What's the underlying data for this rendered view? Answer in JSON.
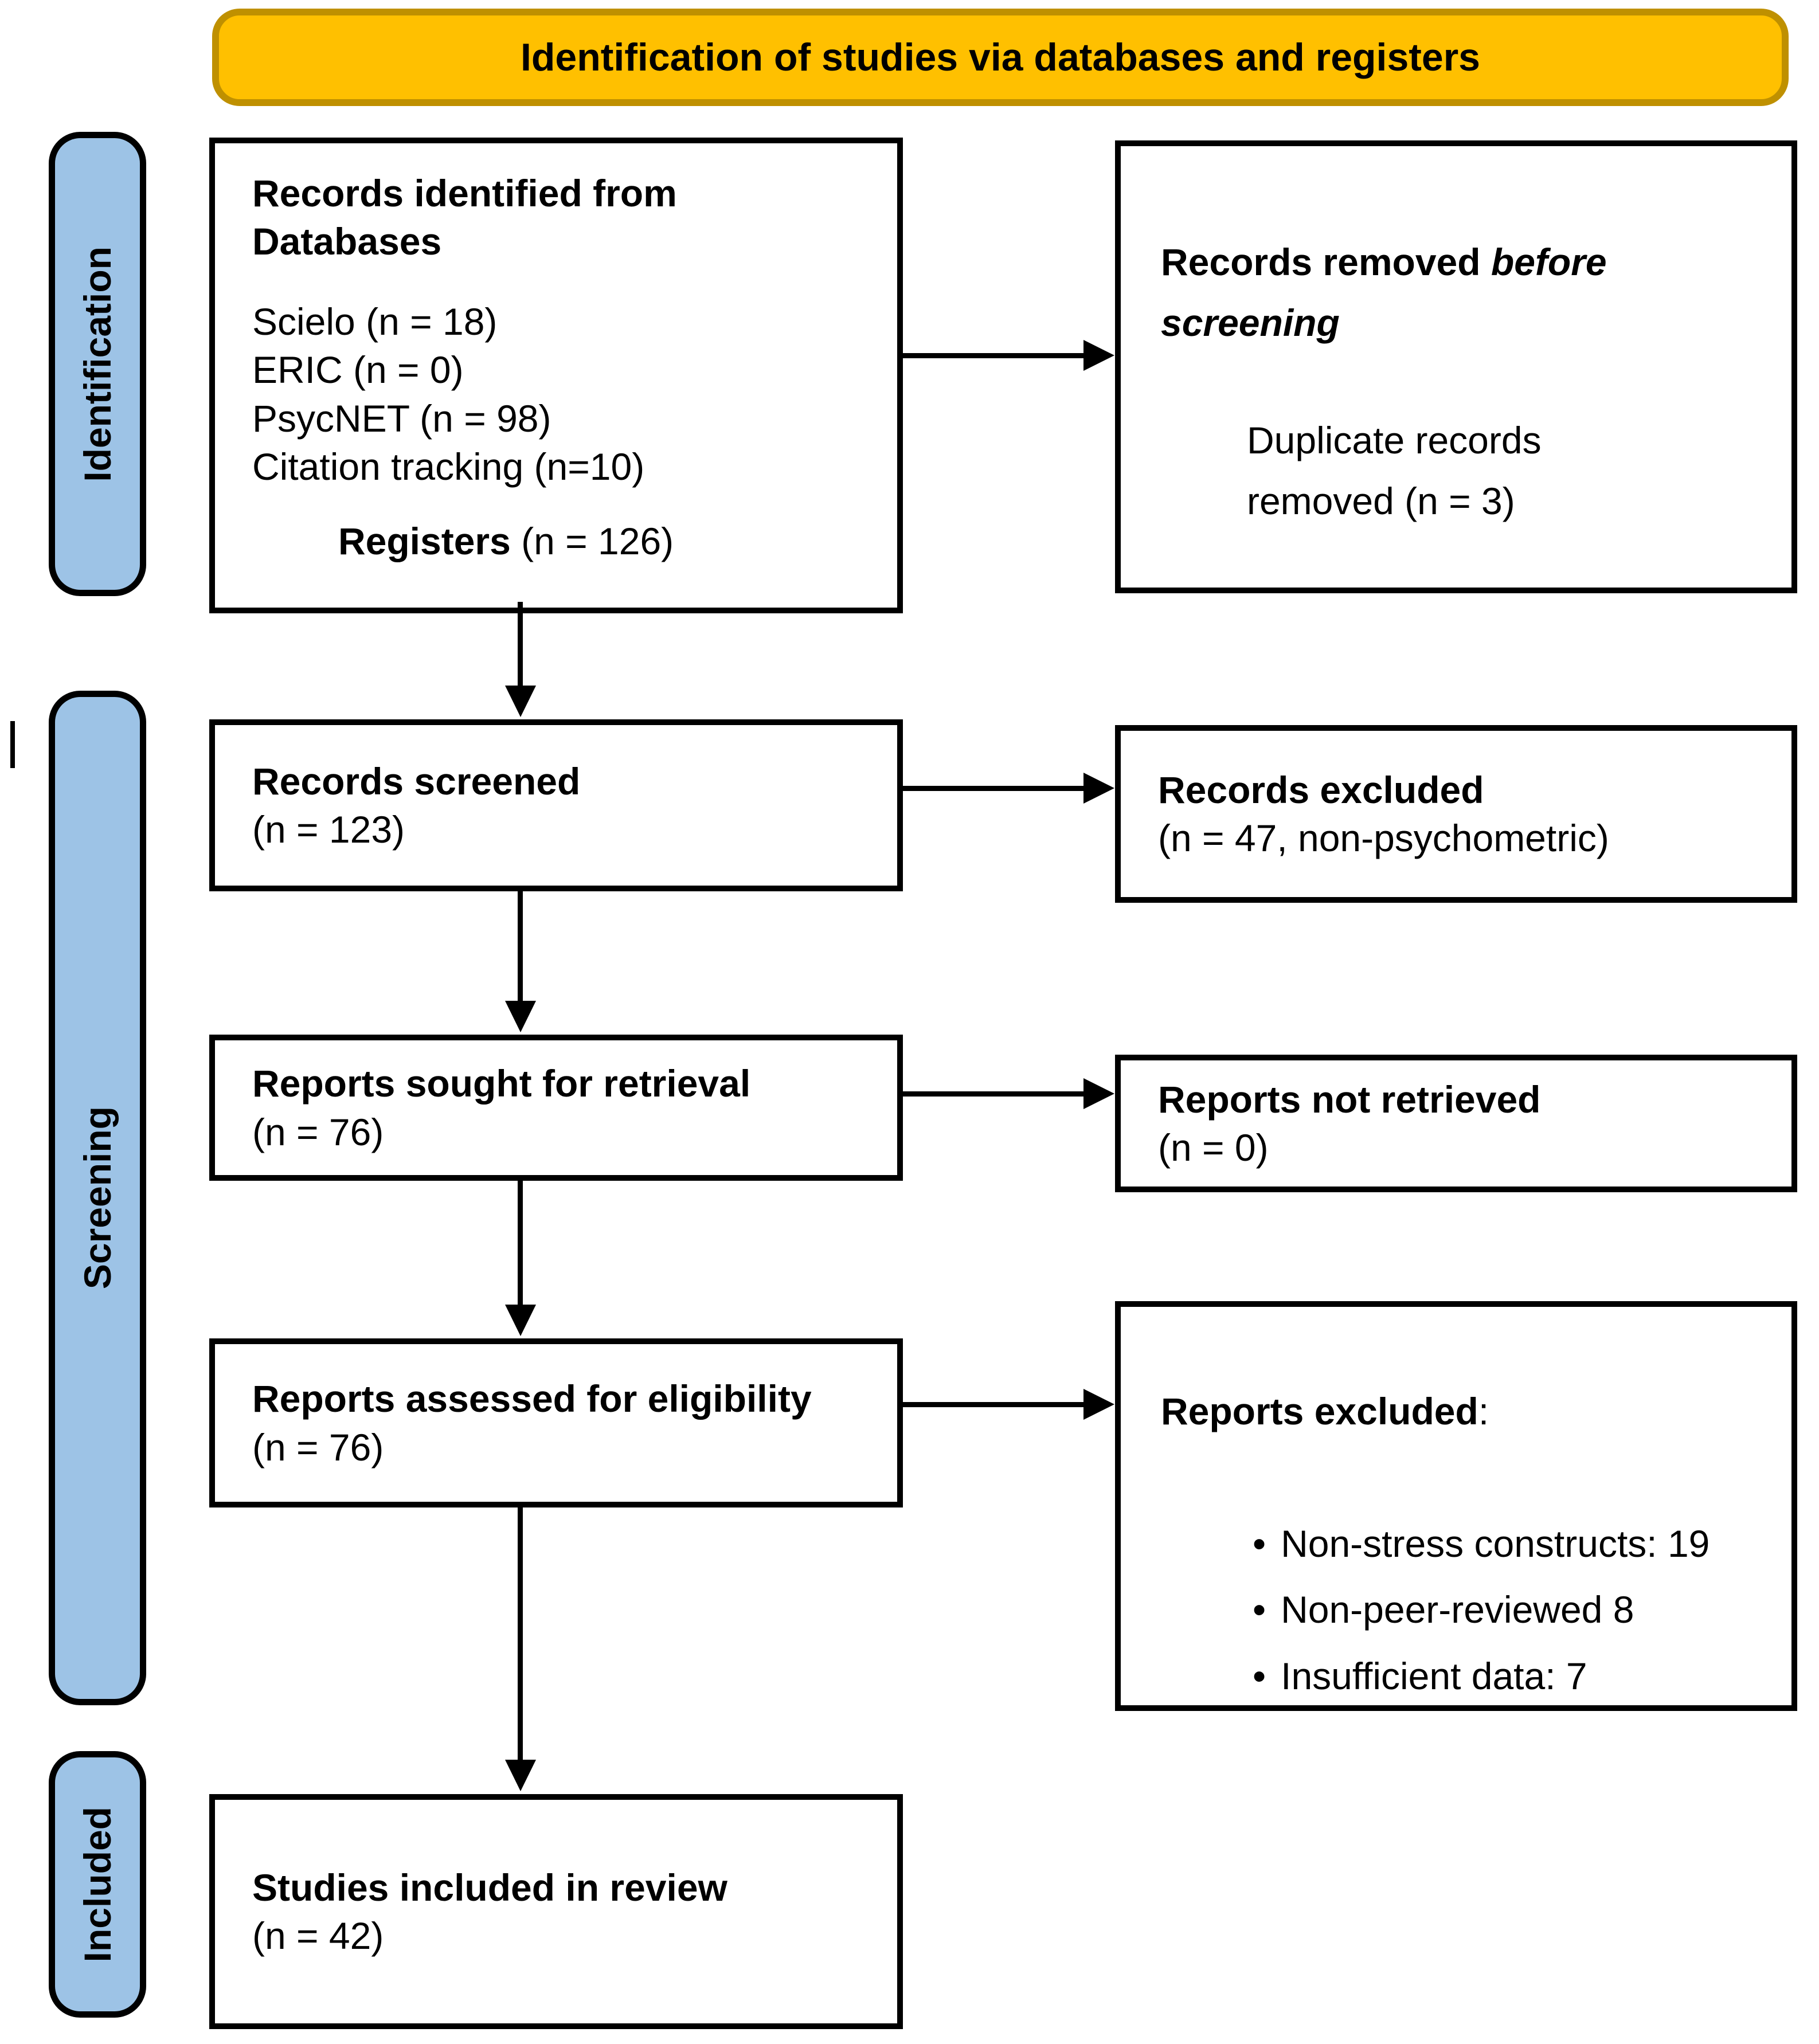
{
  "banner": {
    "title": "Identification of studies via databases and registers"
  },
  "sidebar": {
    "identification": "Identification",
    "screening": "Screening",
    "included": "Included"
  },
  "boxes": {
    "records_identified": {
      "heading": "Records identified from Databases",
      "lines": [
        "Scielo (n = 18)",
        "ERIC (n = 0)",
        "PsycNET (n = 98)",
        "Citation tracking (n=10)"
      ],
      "registers_label": "Registers",
      "registers_value": "(n = 126)"
    },
    "records_removed": {
      "heading_plain": "Records removed",
      "heading_italic": "before screening",
      "body": "Duplicate records removed (n = 3)"
    },
    "records_screened": {
      "heading": "Records screened",
      "value": "(n = 123)"
    },
    "records_excluded": {
      "heading": "Records excluded",
      "value": "(n = 47, non-psychometric)"
    },
    "reports_sought": {
      "heading": "Reports sought for retrieval",
      "value": "(n = 76)"
    },
    "reports_not_retrieved": {
      "heading": "Reports not retrieved",
      "value": "(n = 0)"
    },
    "reports_assessed": {
      "heading": "Reports assessed for eligibility",
      "value": "(n = 76)"
    },
    "reports_excluded": {
      "heading": "Reports excluded",
      "colon": ":",
      "bullets": [
        "Non-stress constructs: 19",
        "Non-peer-reviewed 8",
        "Insufficient data: 7"
      ]
    },
    "studies_included": {
      "heading": "Studies included in review",
      "value": "(n = 42)"
    }
  },
  "colors": {
    "banner_fill": "#FFC000",
    "banner_border": "#BF9000",
    "sidebar_fill": "#9DC3E6",
    "box_border": "#000000"
  }
}
